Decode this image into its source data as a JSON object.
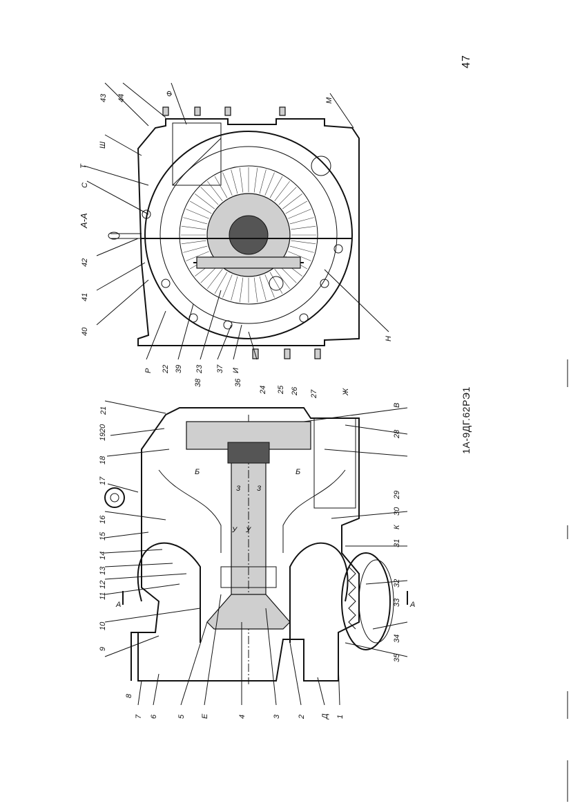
{
  "page": {
    "number": "47",
    "doc_code": "1А-9ДГ.62РЭ1"
  },
  "top_view": {
    "section_title": "А-А",
    "top_labels": [
      "43",
      "44",
      "Ф",
      "Ш",
      "Т",
      "С",
      "А-А",
      "42",
      "41",
      "40",
      "М"
    ],
    "bottom_labels": [
      "Р",
      "39",
      "22",
      "23",
      "38",
      "И",
      "37",
      "36",
      "Н"
    ]
  },
  "bottom_view": {
    "top_labels": [
      "21",
      "19",
      "20",
      "18",
      "17",
      "16",
      "15",
      "14",
      "13",
      "12",
      "11",
      "А",
      "10",
      "9",
      "8"
    ],
    "bottom_labels": [
      "7",
      "6",
      "5",
      "Е",
      "4",
      "3",
      "2",
      "Д",
      "1"
    ],
    "right_labels": [
      "24",
      "25",
      "26",
      "27",
      "Ж",
      "В",
      "28",
      "29",
      "30",
      "К",
      "31",
      "32",
      "33",
      "А",
      "34",
      "35"
    ],
    "inner_labels": [
      "Б",
      "Б",
      "3",
      "3",
      "У",
      "У"
    ]
  },
  "colors": {
    "ink": "#111111",
    "paper": "#ffffff"
  }
}
